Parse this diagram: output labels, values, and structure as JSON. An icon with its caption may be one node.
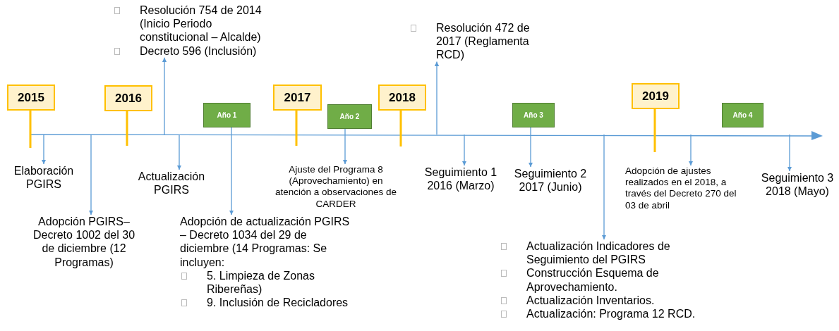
{
  "diagram": {
    "nodes": [
      {
        "text": [
          "2015"
        ]
      },
      {
        "text": [
          "Elaboración PGIRS"
        ]
      },
      {
        "text": [
          "Adopción PGIRS– Decreto 1002 del 30 de diciembre (12 Programas)"
        ]
      },
      {
        "text": [
          "2016"
        ]
      },
      {
        "text": [
          "Resolución 754 de 2014 (Inicio Periodo constitucional – Alcalde)",
          "Decreto 596 (Inclusión)"
        ]
      },
      {
        "text": [
          "Actualización PGIRS"
        ]
      },
      {
        "text": [
          "Año 1"
        ]
      },
      {
        "text": [
          "Adopción de actualización PGIRS – Decreto 1034 del 29 de diciembre (14 Programas: Se incluyen:",
          "5. Limpieza de Zonas Ribereñas)",
          "9. Inclusión de Recicladores"
        ]
      },
      {
        "text": [
          "2017"
        ]
      },
      {
        "text": [
          "Año 2"
        ]
      },
      {
        "text": [
          "Ajuste del Programa 8 (Aprovechamiento) en atención a observaciones de CARDER"
        ]
      },
      {
        "text": [
          "2018"
        ]
      },
      {
        "text": [
          "Resolución 472 de 2017 (Reglamenta RCD)"
        ]
      },
      {
        "text": [
          "Seguimiento 1 2016 (Marzo)"
        ]
      },
      {
        "text": [
          "Año 3"
        ]
      },
      {
        "text": [
          "Seguimiento 2 2017 (Junio)"
        ]
      },
      {
        "text": [
          "Actualización Indicadores de Seguimiento del PGIRS",
          "Construcción Esquema de Aprovechamiento.",
          "Actualización Inventarios.",
          "Actualización: Programa 12 RCD."
        ]
      },
      {
        "text": [
          "2019"
        ]
      },
      {
        "text": [
          "Adopción de ajustes realizados en el 2018, a través del Decreto 270 del 03 de abril"
        ]
      },
      {
        "text": [
          "Año 4"
        ]
      },
      {
        "text": [
          "Seguimiento 3 2018 (Mayo)"
        ]
      }
    ],
    "edges": [
      {
        "from": null,
        "to": 1,
        "arrow": "to"
      },
      {
        "from": null,
        "to": 2,
        "arrow": "to"
      },
      {
        "from": null,
        "to": 4,
        "arrow": "to"
      },
      {
        "from": null,
        "to": 5,
        "arrow": "to"
      },
      {
        "from": 6,
        "to": 7,
        "arrow": "to"
      },
      {
        "from": 9,
        "to": 10,
        "arrow": "to"
      },
      {
        "from": null,
        "to": 12,
        "arrow": "to"
      },
      {
        "from": null,
        "to": 13,
        "arrow": "to"
      },
      {
        "from": 14,
        "to": 15,
        "arrow": "to"
      },
      {
        "from": null,
        "to": 16,
        "arrow": "to"
      },
      {
        "from": null,
        "to": 18,
        "arrow": "to"
      },
      {
        "from": null,
        "to": 20,
        "arrow": "to"
      }
    ]
  }
}
